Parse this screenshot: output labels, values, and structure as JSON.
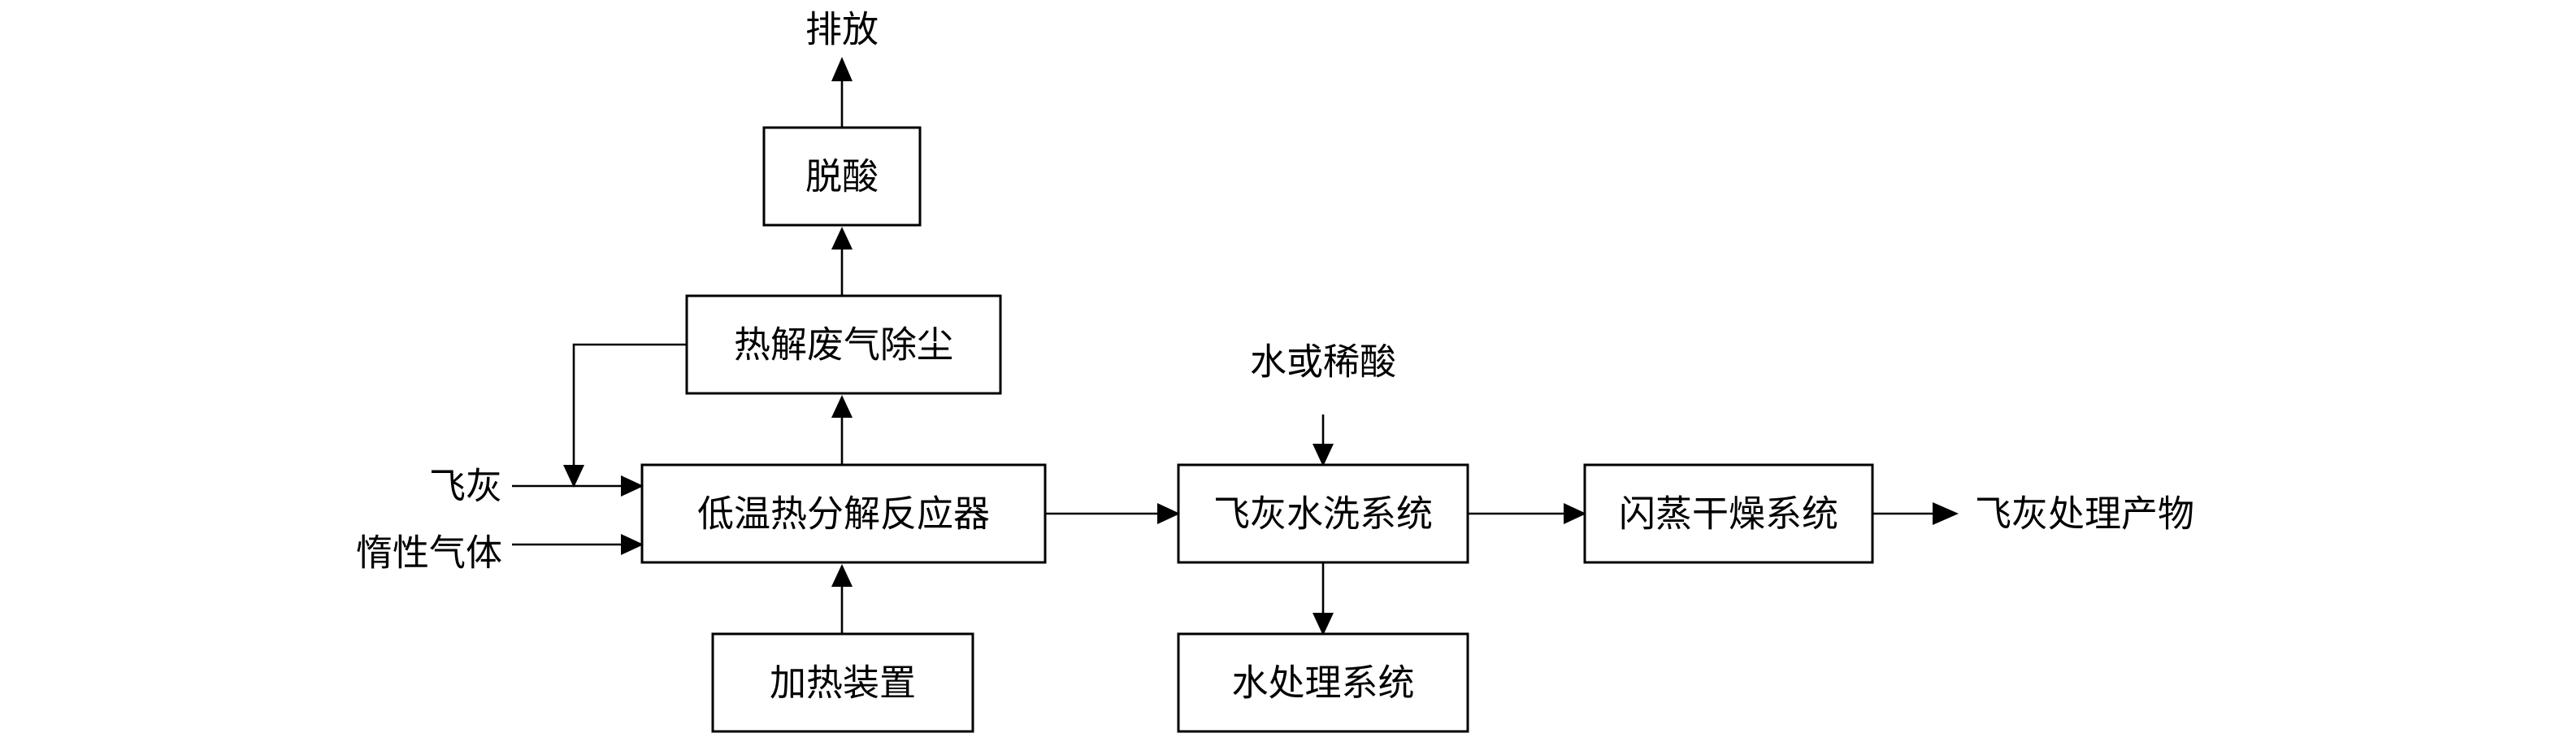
{
  "nodes": {
    "exhaust": "排放",
    "deacid": "脱酸",
    "dust_removal": "热解废气除尘",
    "reactor": "低温热分解反应器",
    "heater": "加热装置",
    "fly_ash_input": "飞灰",
    "inert_gas_input": "惰性气体",
    "water_or_acid_input": "水或稀酸",
    "washing": "飞灰水洗系统",
    "water_treatment": "水处理系统",
    "flash_drying": "闪蒸干燥系统",
    "product": "飞灰处理产物"
  },
  "colors": {
    "stroke": "#000000",
    "background": "#ffffff"
  }
}
